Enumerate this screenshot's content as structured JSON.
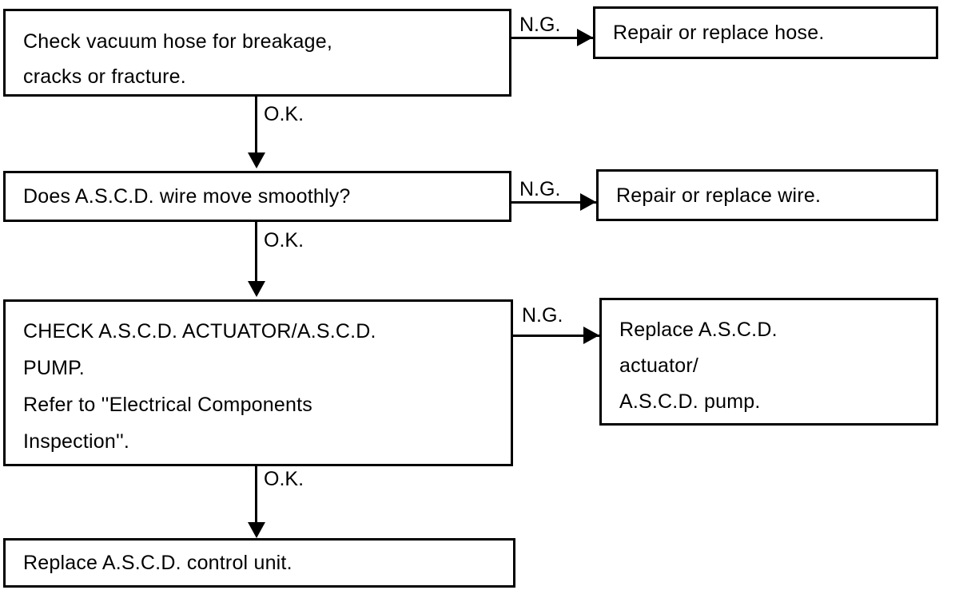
{
  "diagram": {
    "title": "A.S.C.D. vacuum / actuator diagnostic flowchart",
    "type": "flowchart",
    "ink_color": "#000000",
    "background_color": "#ffffff",
    "nodes": [
      {
        "id": "check-vacuum-hose",
        "text": "Check vacuum hose for breakage,\ncracks or fracture."
      },
      {
        "id": "repair-replace-hose",
        "text": "Repair or replace hose."
      },
      {
        "id": "ascd-wire-smooth",
        "text": "Does A.S.C.D. wire move smoothly?"
      },
      {
        "id": "repair-replace-wire",
        "text": "Repair or replace wire."
      },
      {
        "id": "check-actuator-pump",
        "text": "CHECK A.S.C.D. ACTUATOR/A.S.C.D.\nPUMP.\nRefer to ''Electrical Components\nInspection''."
      },
      {
        "id": "replace-actuator-pump",
        "text": "Replace A.S.C.D.\nactuator/\nA.S.C.D. pump."
      },
      {
        "id": "replace-control-unit",
        "text": "Replace A.S.C.D. control unit."
      }
    ],
    "edges": [
      {
        "id": "edge-hose-ng",
        "label": "N.G.",
        "from": "check-vacuum-hose",
        "to": "repair-replace-hose",
        "direction": "right"
      },
      {
        "id": "edge-hose-ok",
        "label": "O.K.",
        "from": "check-vacuum-hose",
        "to": "ascd-wire-smooth",
        "direction": "down"
      },
      {
        "id": "edge-wire-ng",
        "label": "N.G.",
        "from": "ascd-wire-smooth",
        "to": "repair-replace-wire",
        "direction": "right"
      },
      {
        "id": "edge-wire-ok",
        "label": "O.K.",
        "from": "ascd-wire-smooth",
        "to": "check-actuator-pump",
        "direction": "down"
      },
      {
        "id": "edge-actuator-ng",
        "label": "N.G.",
        "from": "check-actuator-pump",
        "to": "replace-actuator-pump",
        "direction": "right"
      },
      {
        "id": "edge-actuator-ok",
        "label": "O.K.",
        "from": "check-actuator-pump",
        "to": "replace-control-unit",
        "direction": "down"
      }
    ]
  }
}
